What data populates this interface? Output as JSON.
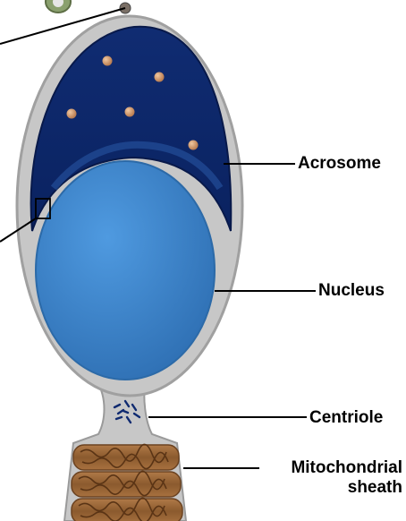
{
  "labels": {
    "acrosome": "Acrosome",
    "nucleus": "Nucleus",
    "centriole": "Centriole",
    "mitochondrial_line1": "Mitochondrial",
    "mitochondrial_line2": "sheath"
  },
  "colors": {
    "head_outline": "#9a9a9a",
    "cytoplasm": "#c9c9c9",
    "acrosome": "#0e2a6b",
    "nucleus": "#3d86cc",
    "granules": "#d9a57a",
    "centriole": "#0f2a70",
    "mitochondria": "#a06a3d",
    "pointer_line": "#000000"
  }
}
